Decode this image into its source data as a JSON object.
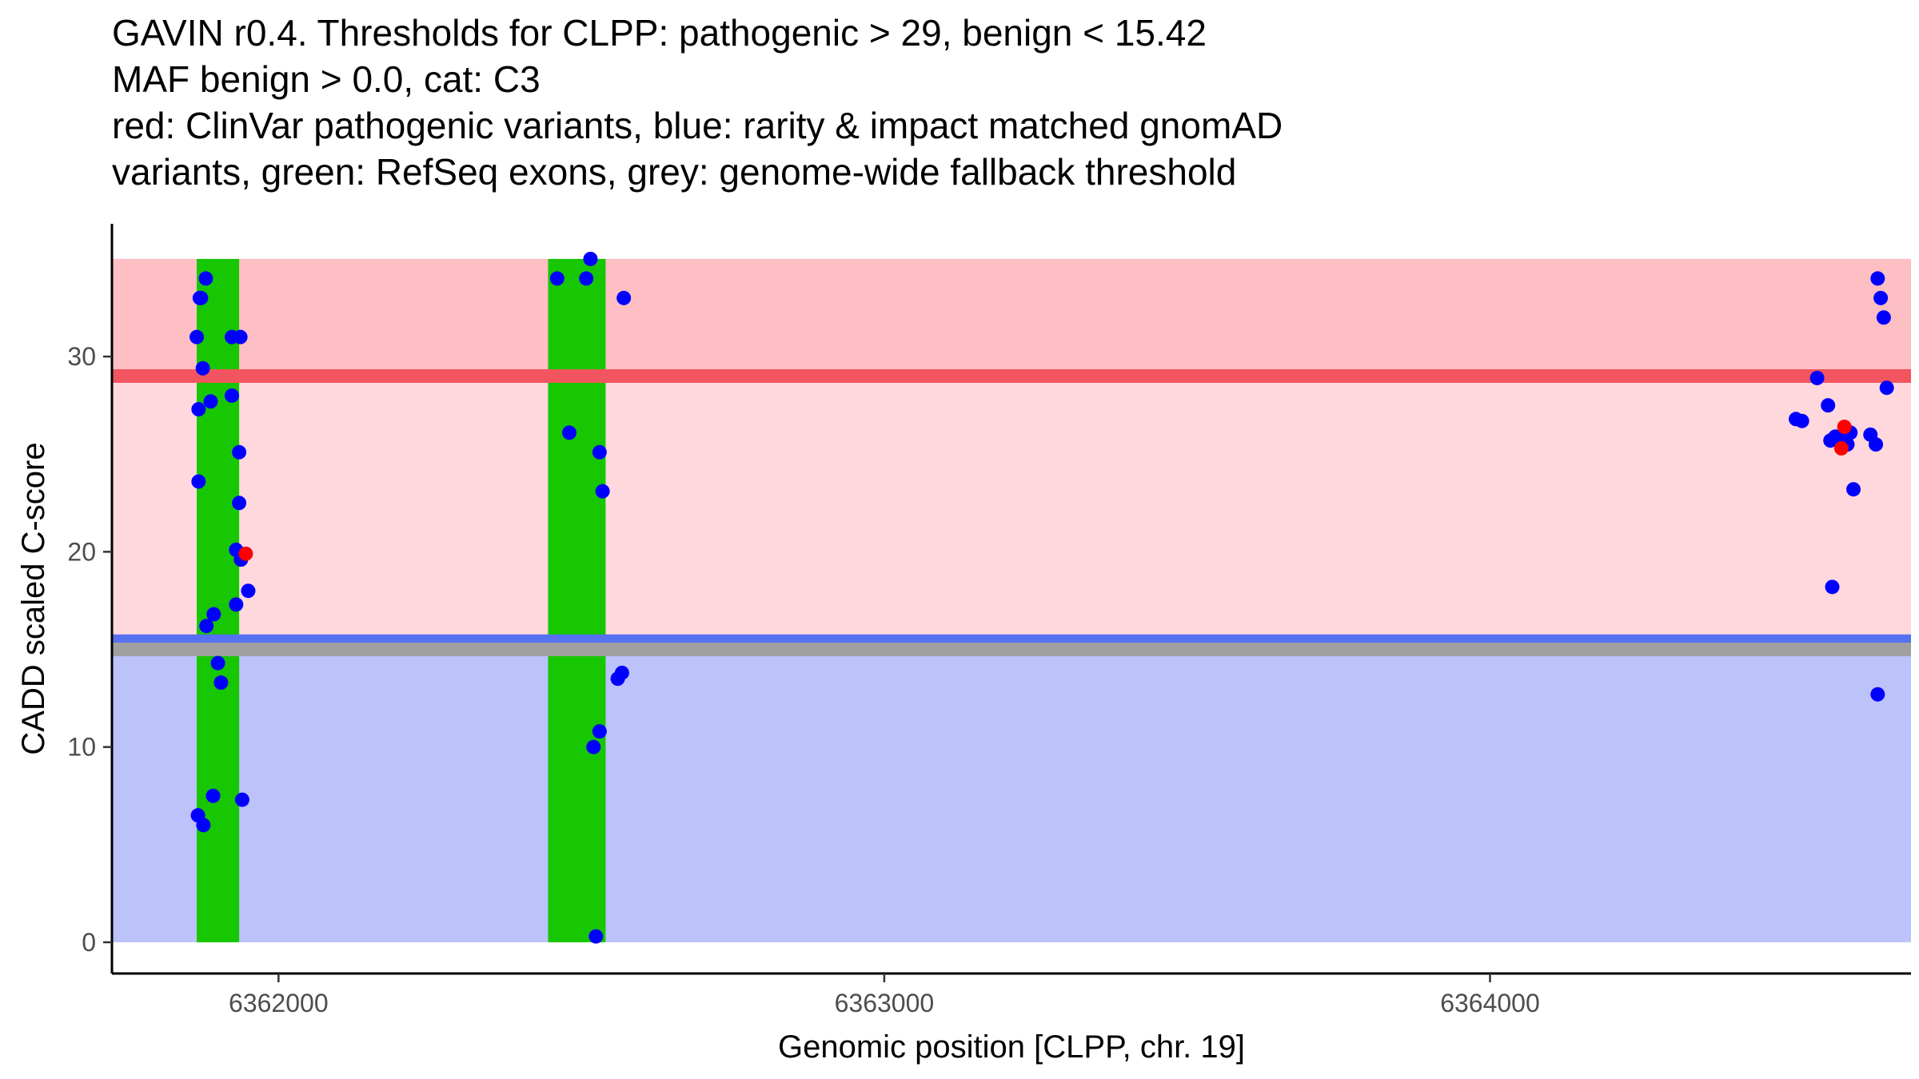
{
  "title_lines": [
    "GAVIN r0.4. Thresholds for CLPP: pathogenic > 29, benign < 15.42",
    "MAF benign > 0.0, cat: C3",
    "red: ClinVar pathogenic variants, blue: rarity & impact matched gnomAD",
    "variants, green: RefSeq exons, grey: genome-wide fallback threshold"
  ],
  "chart_data": {
    "type": "scatter",
    "xlabel": "Genomic position [CLPP, chr. 19]",
    "ylabel": "CADD scaled C-score",
    "xlim": [
      6361725,
      6364695
    ],
    "ylim": [
      -1.6,
      36.8
    ],
    "x_ticks": [
      6362000,
      6363000,
      6364000
    ],
    "y_ticks": [
      0,
      10,
      20,
      30
    ],
    "thresholds": {
      "pathogenic": 29,
      "benign": 15.42,
      "genome_wide_fallback": 15.0
    },
    "regions": [
      {
        "name": "pathogenic zone",
        "y": [
          29,
          35
        ],
        "color": "#fdbec4"
      },
      {
        "name": "intermediate zone",
        "y": [
          15.42,
          29
        ],
        "color": "#ffd8de"
      },
      {
        "name": "benign zone",
        "y": [
          0,
          15.42
        ],
        "color": "#bcc2fa"
      }
    ],
    "threshold_lines": [
      {
        "name": "pathogenic threshold",
        "y": 29,
        "color": "#f2555f"
      },
      {
        "name": "benign threshold",
        "y": 15.42,
        "color": "#5571f2"
      },
      {
        "name": "genome-wide fallback threshold",
        "y": 15.0,
        "color": "#a0a0a0"
      }
    ],
    "exons": [
      {
        "start": 6361865,
        "end": 6361935,
        "color": "#17c701"
      },
      {
        "start": 6362445,
        "end": 6362540,
        "color": "#17c701"
      }
    ],
    "series": [
      {
        "color": "#0000ff",
        "x": [
          6361880,
          6361872,
          6361865,
          6361888,
          6361868,
          6361881,
          6361893,
          6361923,
          6361937,
          6361923,
          6361935,
          6361935,
          6361938,
          6361950,
          6361930,
          6361930,
          6361905,
          6361900,
          6361892,
          6361940,
          6361867,
          6361876,
          6361868,
          6361875,
          6361870,
          6362570,
          6362480,
          6362530,
          6362535,
          6362560,
          6362567,
          6362530,
          6362520,
          6362524,
          6362460,
          6362515,
          6362508,
          6364640,
          6364645,
          6364650,
          6364655,
          6364540,
          6364515,
          6364505,
          6364595,
          6364578,
          6364558,
          6364570,
          6364590,
          6364600,
          6364565,
          6364640,
          6364637,
          6364628,
          6364562
        ],
        "y": [
          34,
          33,
          31,
          27.7,
          23.6,
          16.2,
          16.8,
          31,
          31,
          28,
          25.1,
          22.5,
          19.6,
          18,
          20.1,
          17.3,
          13.3,
          14.3,
          7.5,
          7.3,
          6.5,
          6.0,
          27.3,
          29.4,
          33,
          33,
          26.1,
          25.1,
          23.1,
          13.5,
          13.8,
          10.8,
          10,
          0.3,
          34,
          35,
          34,
          34,
          33,
          32,
          28.4,
          28.9,
          26.7,
          26.8,
          26.1,
          25.8,
          27.5,
          25.9,
          25.5,
          23.2,
          18.2,
          12.7,
          25.5,
          26.0,
          25.7
        ]
      },
      {
        "color": "#ff0000",
        "x": [
          6361946,
          6364585,
          6364580
        ],
        "y": [
          19.9,
          26.4,
          25.3
        ]
      }
    ]
  }
}
